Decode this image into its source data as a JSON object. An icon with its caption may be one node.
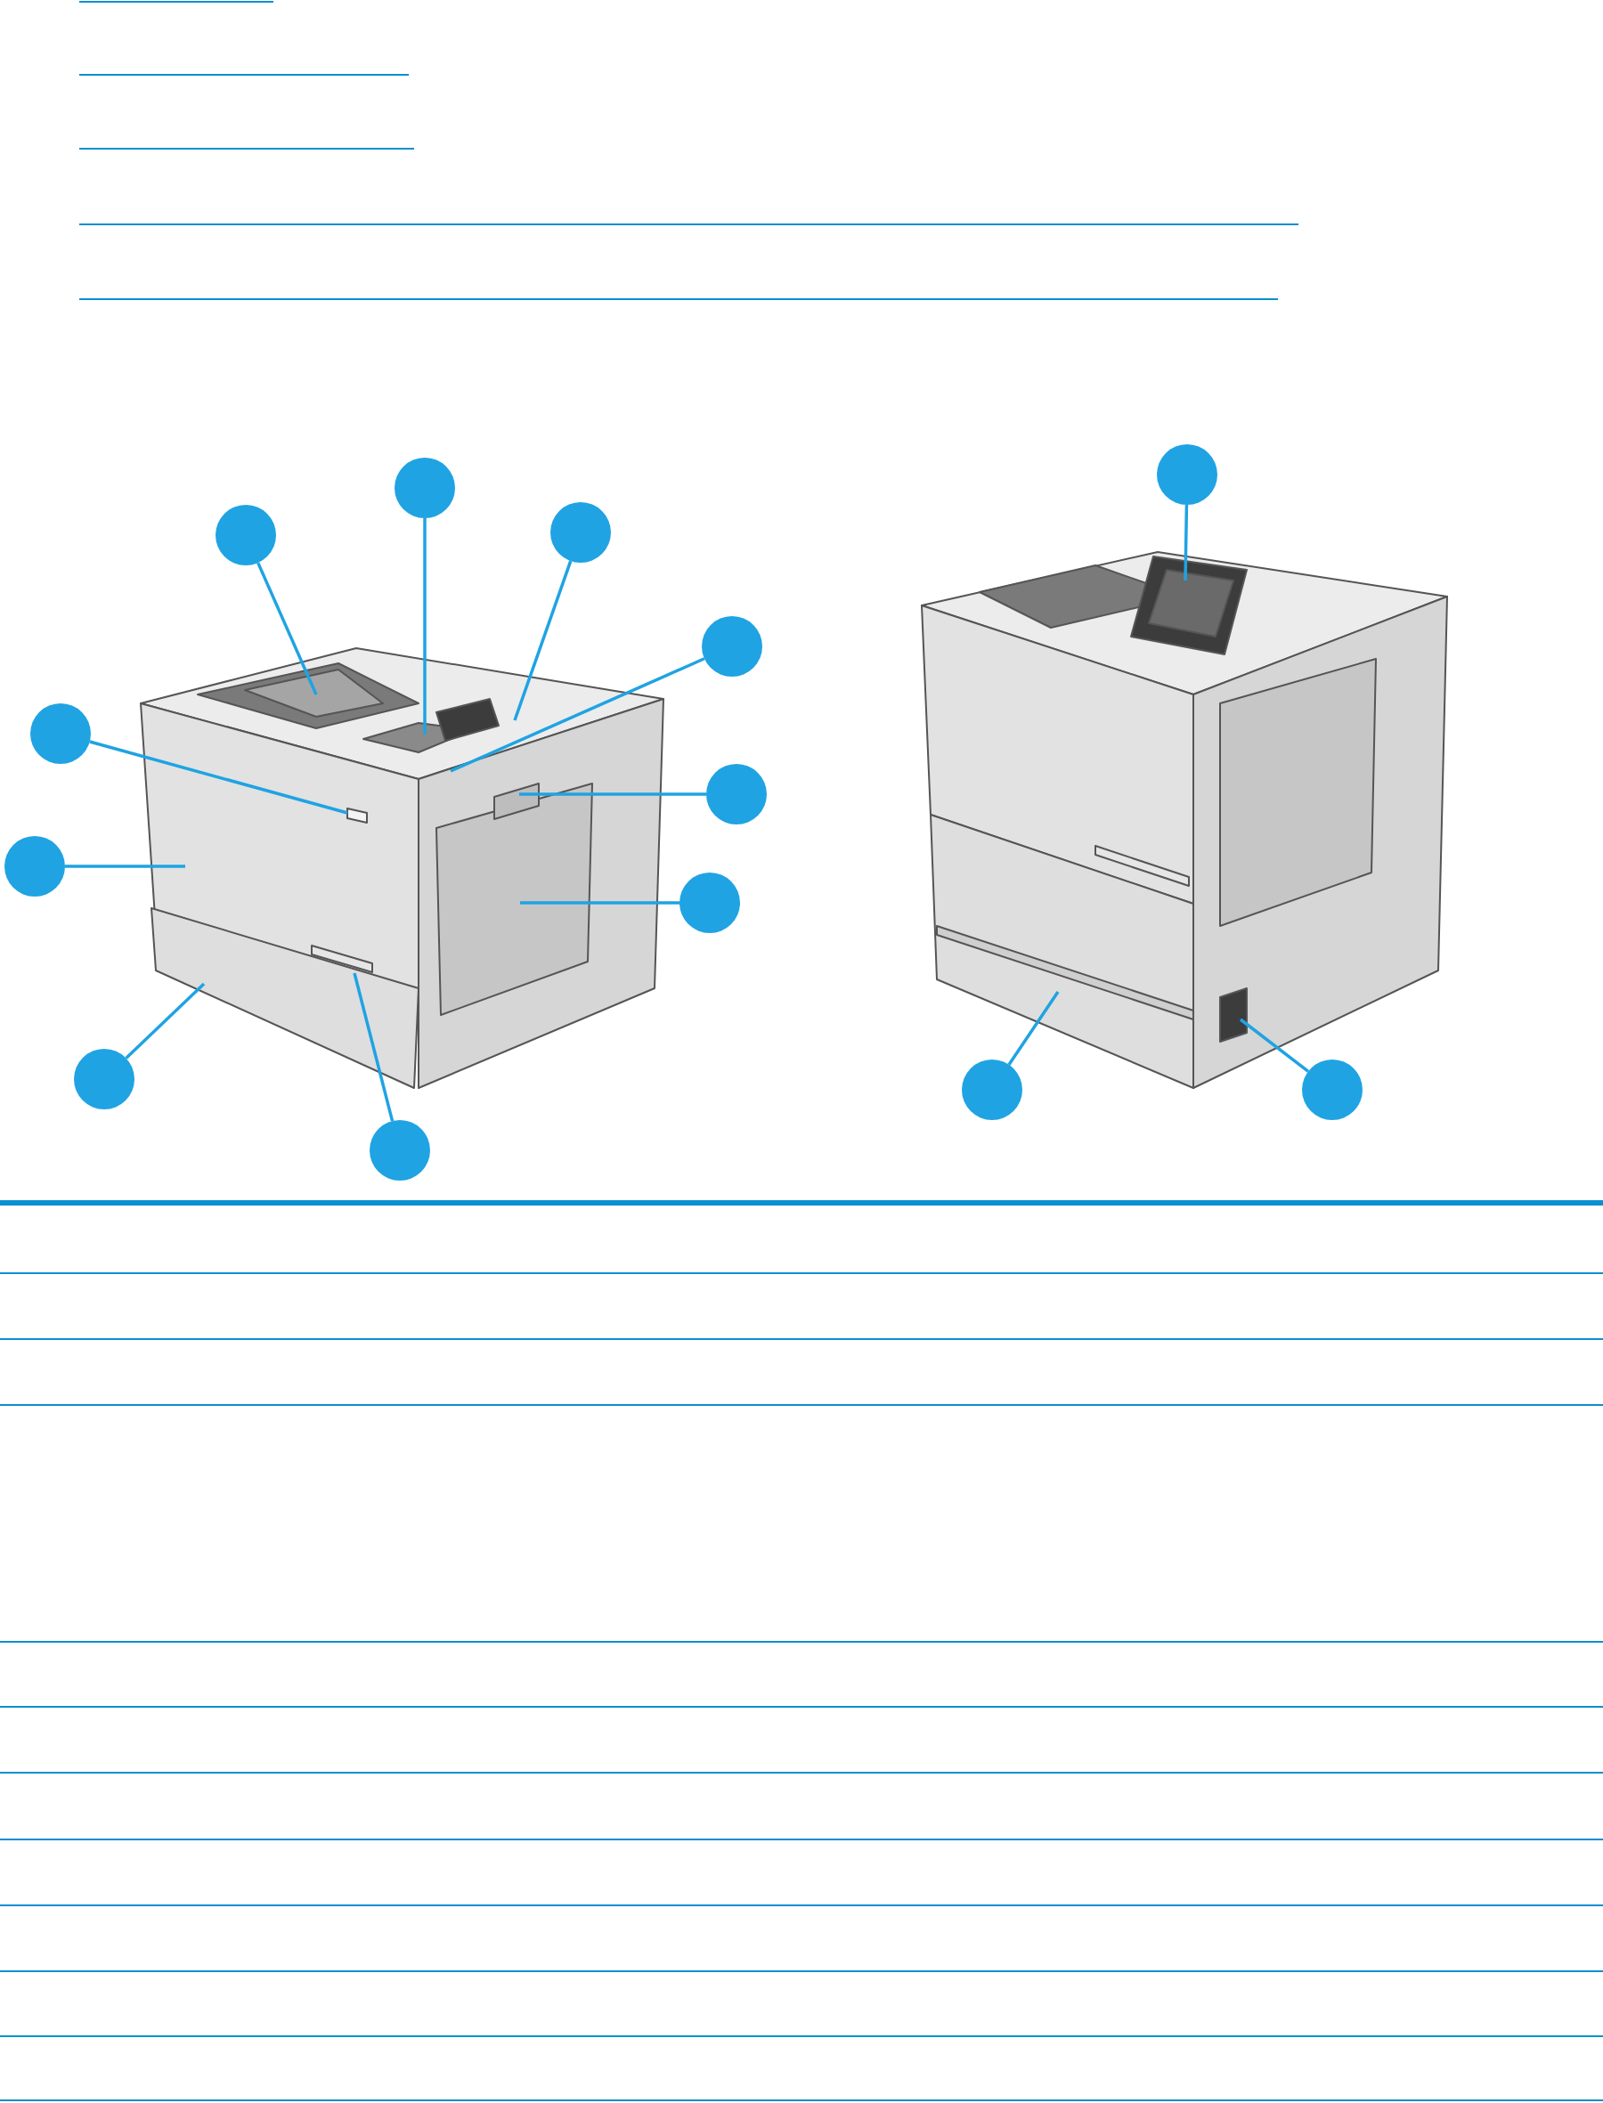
{
  "diagram": {
    "nodes": [
      {
        "text": [],
        "shape": "circle"
      },
      {
        "text": [],
        "shape": "circle"
      },
      {
        "text": [],
        "shape": "circle"
      },
      {
        "text": [],
        "shape": "circle"
      },
      {
        "text": [],
        "shape": "circle"
      },
      {
        "text": [],
        "shape": "circle"
      },
      {
        "text": [],
        "shape": "circle"
      },
      {
        "text": [],
        "shape": "circle"
      },
      {
        "text": [],
        "shape": "circle"
      },
      {
        "text": [],
        "shape": "circle"
      },
      {
        "text": [],
        "shape": "circle"
      },
      {
        "text": [],
        "shape": "circle"
      },
      {
        "text": [],
        "shape": "circle"
      }
    ],
    "edges": [
      {
        "from": 0,
        "to": null,
        "arrow": "none"
      },
      {
        "from": 1,
        "to": null,
        "arrow": "none"
      },
      {
        "from": 2,
        "to": null,
        "arrow": "none"
      },
      {
        "from": 3,
        "to": null,
        "arrow": "none"
      },
      {
        "from": 4,
        "to": null,
        "arrow": "none"
      },
      {
        "from": 5,
        "to": null,
        "arrow": "none"
      },
      {
        "from": 6,
        "to": null,
        "arrow": "none"
      },
      {
        "from": 7,
        "to": null,
        "arrow": "none"
      },
      {
        "from": 8,
        "to": null,
        "arrow": "none"
      },
      {
        "from": 9,
        "to": null,
        "arrow": "none"
      },
      {
        "from": 10,
        "to": null,
        "arrow": "none"
      },
      {
        "from": 11,
        "to": null,
        "arrow": "none"
      },
      {
        "from": 12,
        "to": null,
        "arrow": "none"
      }
    ]
  }
}
